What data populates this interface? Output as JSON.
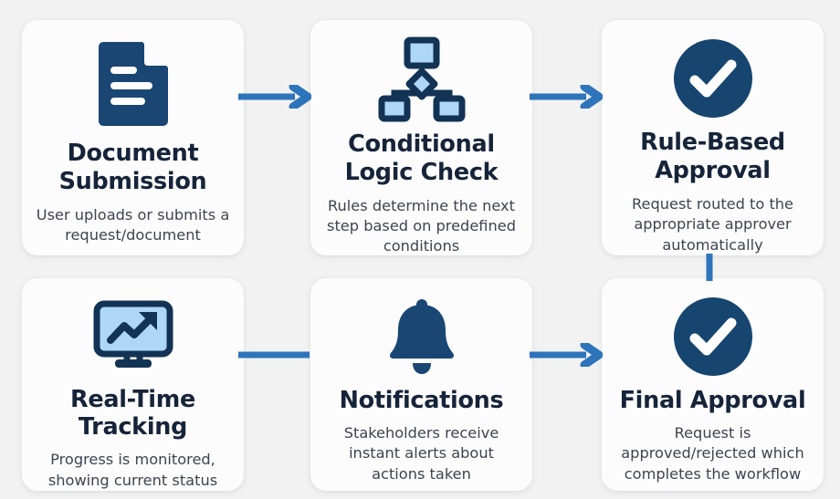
{
  "theme": {
    "background": "#f2f2f2",
    "card_background": "#fcfcfc",
    "title_color": "#16243a",
    "description_color": "#3d4450",
    "icon_navy": "#1a4674",
    "icon_navy_dark": "#123354",
    "icon_light_blue": "#aed6f5",
    "connector_blue": "#2e74bb"
  },
  "diagram": {
    "type": "process-flow",
    "layout": "2 rows x 3 columns, snake order (left-to-right top row, down, left-to-right bottom row)",
    "steps": [
      {
        "index": 1,
        "icon": "document-icon",
        "title": "Document Submission",
        "title_lines": [
          "Document",
          "Submission"
        ],
        "description": "User uploads or submits a request/document",
        "description_lines": [
          "User uploads or submits",
          "a request/document"
        ]
      },
      {
        "index": 2,
        "icon": "flowchart-decision-icon",
        "title": "Conditional Logic Check",
        "title_lines": [
          "Conditional",
          "Logic Check"
        ],
        "description": "Rules determine the next step based on predefined conditions",
        "description_lines": [
          "Rules determine the next",
          "step based on predefined",
          "conditions"
        ]
      },
      {
        "index": 3,
        "icon": "check-circle-icon",
        "title": "Rule-Based Approval",
        "title_lines": [
          "Rule-Based",
          "Approval"
        ],
        "description": "Request routed to the appropriate approver automatically",
        "description_lines": [
          "Request routed to the",
          "appropriate approver",
          "automatically"
        ]
      },
      {
        "index": 4,
        "icon": "monitor-trend-icon",
        "title": "Real-Time Tracking",
        "title_lines": [
          "Real-Time",
          "Tracking"
        ],
        "description": "Progress is monitored, showing current status",
        "description_lines": [
          "Progress is monitored,",
          "showing current status"
        ]
      },
      {
        "index": 5,
        "icon": "bell-icon",
        "title": "Notifications",
        "title_lines": [
          "Notifications"
        ],
        "description": "Stakeholders receive instant alerts about actions taken",
        "description_lines": [
          "Stakeholders receive",
          "instant alerts about",
          "actions taken"
        ]
      },
      {
        "index": 6,
        "icon": "check-circle-icon",
        "title": "Final Approval",
        "title_lines": [
          "Final Approval"
        ],
        "description": "Request is approved/rejected which completes the workflow",
        "description_lines": [
          "Request is approved/",
          "rejected which completes",
          "the workflow"
        ]
      }
    ],
    "connectors": [
      {
        "name": "arrow-step1-to-step2",
        "kind": "arrow",
        "direction": "right"
      },
      {
        "name": "arrow-step2-to-step3",
        "kind": "arrow",
        "direction": "right"
      },
      {
        "name": "line-step4-to-step5",
        "kind": "line",
        "direction": "right"
      },
      {
        "name": "arrow-step5-to-step6",
        "kind": "arrow",
        "direction": "right"
      },
      {
        "name": "line-step3-to-step6",
        "kind": "line",
        "direction": "down"
      }
    ]
  }
}
